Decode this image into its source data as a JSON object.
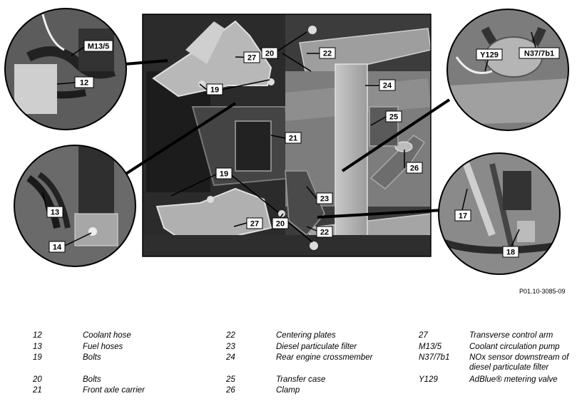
{
  "figure": {
    "id": "P01.10-3085-09",
    "callouts": [
      {
        "id": "c-m135",
        "text": "M13/5"
      },
      {
        "id": "c-12",
        "text": "12"
      },
      {
        "id": "c-13",
        "text": "13"
      },
      {
        "id": "c-14",
        "text": "14"
      },
      {
        "id": "c-27a",
        "text": "27"
      },
      {
        "id": "c-20a",
        "text": "20"
      },
      {
        "id": "c-22a",
        "text": "22"
      },
      {
        "id": "c-19a",
        "text": "19"
      },
      {
        "id": "c-24",
        "text": "24"
      },
      {
        "id": "c-25",
        "text": "25"
      },
      {
        "id": "c-21",
        "text": "21"
      },
      {
        "id": "c-26",
        "text": "26"
      },
      {
        "id": "c-19b",
        "text": "19"
      },
      {
        "id": "c-23",
        "text": "23"
      },
      {
        "id": "c-27b",
        "text": "27"
      },
      {
        "id": "c-20b",
        "text": "20"
      },
      {
        "id": "c-22b",
        "text": "22"
      },
      {
        "id": "c-y129",
        "text": "Y129"
      },
      {
        "id": "c-n37",
        "text": "N37/7b1"
      },
      {
        "id": "c-17",
        "text": "17"
      },
      {
        "id": "c-18",
        "text": "18"
      }
    ]
  },
  "legend": {
    "col1": [
      {
        "num": "12",
        "desc": "Coolant hose"
      },
      {
        "num": "13",
        "desc": "Fuel hoses"
      },
      {
        "num": "19",
        "desc": "Bolts"
      },
      {
        "num": "20",
        "desc": "Bolts"
      },
      {
        "num": "21",
        "desc": "Front axle carrier"
      }
    ],
    "col2": [
      {
        "num": "22",
        "desc": "Centering plates"
      },
      {
        "num": "23",
        "desc": "Diesel particulate filter"
      },
      {
        "num": "24",
        "desc": "Rear engine crossmember"
      },
      {
        "num": "25",
        "desc": "Transfer case"
      },
      {
        "num": "26",
        "desc": "Clamp"
      }
    ],
    "col3": [
      {
        "num": "27",
        "desc": "Transverse control arm"
      },
      {
        "num": "M13/5",
        "desc": "Coolant circulation pump"
      },
      {
        "num": "N37/7b1",
        "desc": "NOx sensor downstream of diesel particulate filter"
      },
      {
        "num": "Y129",
        "desc": "AdBlue® metering valve"
      }
    ]
  }
}
